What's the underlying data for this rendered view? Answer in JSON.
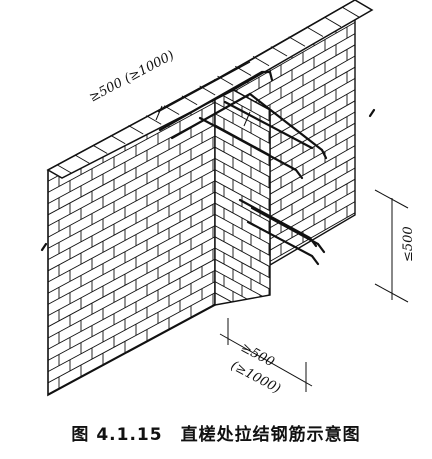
{
  "figure": {
    "caption_number": "图 4.1.15",
    "caption_title": "直槎处拉结钢筋示意图"
  },
  "labels": {
    "top_dimension": "≥500 (≥1000)",
    "right_dimension": "≤500",
    "bottom_dimension_1": "≥500",
    "bottom_dimension_2": "(≥1000)"
  },
  "colors": {
    "line": "#111111",
    "background": "#ffffff"
  }
}
